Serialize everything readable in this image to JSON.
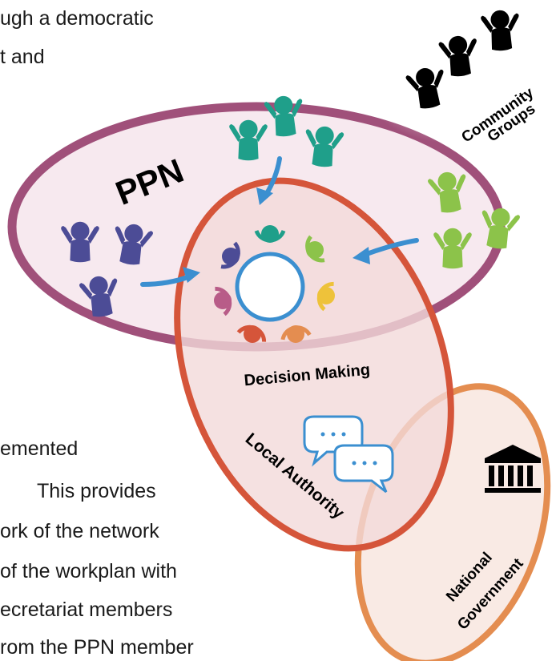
{
  "body_text": {
    "top_lines": [
      "ugh a democratic",
      "t and"
    ],
    "bottom_lines": [
      "emented",
      "This provides",
      "ork of the network",
      "of the workplan with",
      "ecretariat members",
      "rom the PPN member"
    ]
  },
  "diagram": {
    "ppn_label": "PPN",
    "community_label": [
      "Community",
      "Groups"
    ],
    "decision_label": "Decision Making",
    "local_authority_label": "Local Authority",
    "national_government_label": [
      "National",
      "Government"
    ]
  },
  "colors": {
    "ppn_border": "#a0507a",
    "ppn_fill": "#f7e9ef",
    "la_border": "#d5553a",
    "la_fill": "#f2dada",
    "ng_border": "#e48d50",
    "ng_fill": "#f8e6df",
    "arrow": "#3b8fd0",
    "purple_people": "#4c4c96",
    "teal_people": "#1f9f8a",
    "green_people": "#8cc34a",
    "black_people": "#000000"
  }
}
